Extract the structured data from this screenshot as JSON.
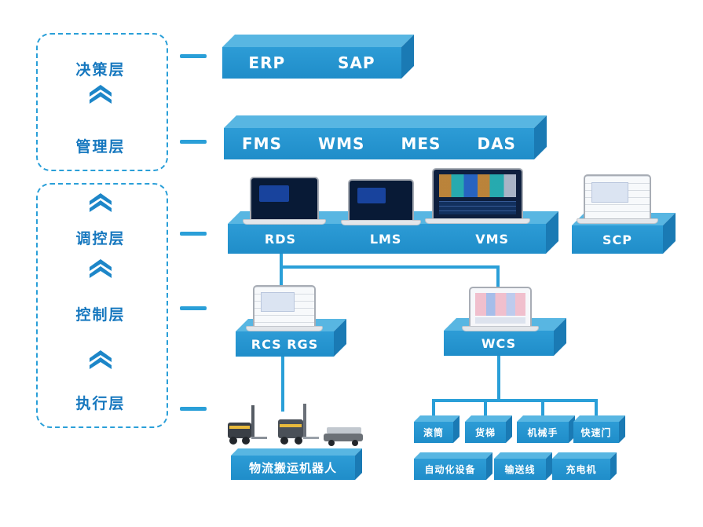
{
  "colors": {
    "accent": "#2a9fd8",
    "bar_front": "#2294d2",
    "bar_top": "#58b6e2",
    "bar_side": "#1a7ab4",
    "label_text": "#1778bf",
    "bar_text": "#ffffff"
  },
  "layers": {
    "box1": {
      "label1": "决策层",
      "label2": "管理层"
    },
    "box2": {
      "label1": "调控层",
      "label2": "控制层",
      "label3": "执行层"
    }
  },
  "bars": {
    "decision": {
      "items": [
        "ERP",
        "SAP"
      ]
    },
    "management": {
      "items": [
        "FMS",
        "WMS",
        "MES",
        "DAS"
      ]
    },
    "dispatch": {
      "items": [
        "RDS",
        "LMS",
        "VMS"
      ]
    },
    "scp": "SCP",
    "rcs": "RCS RGS",
    "wcs": "WCS",
    "robot": "物流搬运机器人",
    "equipment_row1": [
      "滚筒",
      "货梯",
      "机械手",
      "快速门"
    ],
    "equipment_row2": [
      "自动化设备",
      "输送线",
      "充电机"
    ]
  },
  "icons": {
    "chevron_up": "double-chevron-up"
  }
}
